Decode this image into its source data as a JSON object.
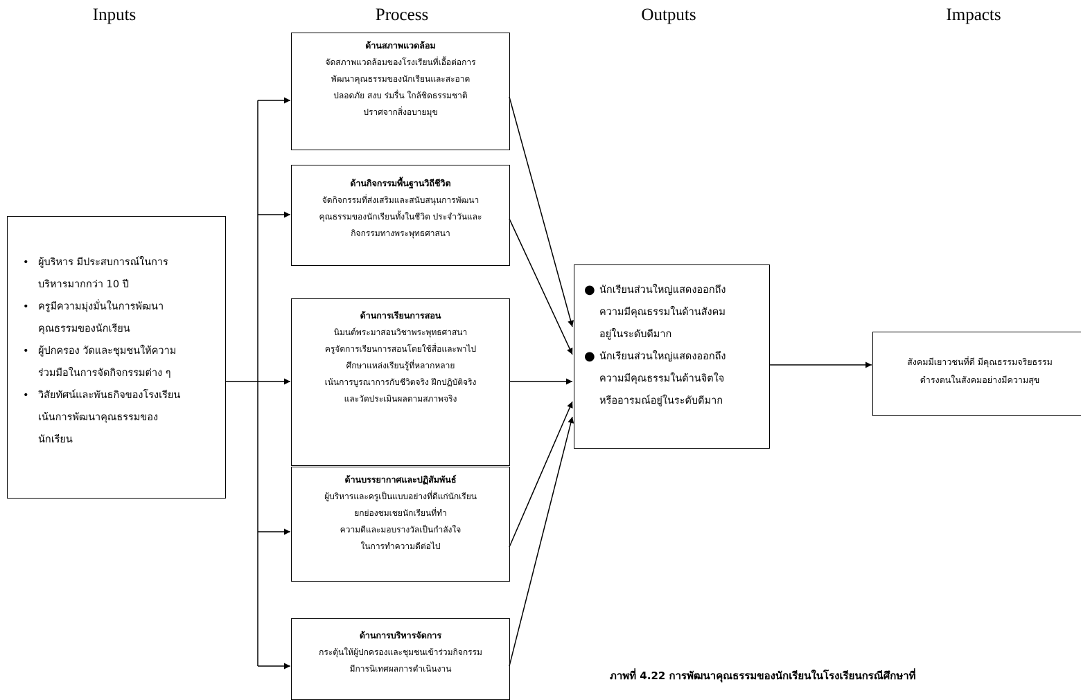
{
  "headers": {
    "inputs": "Inputs",
    "process": "Process",
    "outputs": "Outputs",
    "impacts": "Impacts"
  },
  "inputs": {
    "items": [
      [
        "ผู้บริหาร มีประสบการณ์ในการ",
        "บริหารมากกว่า 10 ปี"
      ],
      [
        "ครูมีความมุ่งมั่นในการพัฒนา",
        "คุณธรรมของนักเรียน"
      ],
      [
        "ผู้ปกครอง วัดและชุมชนให้ความ",
        "ร่วมมือในการจัดกิจกรรมต่าง ๆ"
      ],
      [
        "วิสัยทัศน์และพันธกิจของโรงเรียน",
        "เน้นการพัฒนาคุณธรรมของ",
        "นักเรียน"
      ]
    ]
  },
  "process": [
    {
      "title": "ด้านสภาพแวดล้อม",
      "lines": [
        "จัดสภาพแวดล้อมของโรงเรียนที่เอื้อต่อการ",
        "พัฒนาคุณธรรมของนักเรียนและสะอาด",
        "ปลอดภัย สงบ ร่มรื่น ใกล้ชิดธรรมชาติ",
        "ปราศจากสิ่งอบายมุข"
      ]
    },
    {
      "title": "ด้านกิจกรรมพื้นฐานวิถีชีวิต",
      "lines": [
        "จัดกิจกรรมที่ส่งเสริมและสนับสนุนการพัฒนา",
        "คุณธรรมของนักเรียนทั้งในชีวิต ประจำวันและ",
        "กิจกรรมทางพระพุทธศาสนา"
      ]
    },
    {
      "title": "ด้านการเรียนการสอน",
      "lines": [
        "นิมนต์พระมาสอนวิชาพระพุทธศาสนา",
        "ครูจัดการเรียนการสอนโดยใช้สื่อและพาไป",
        "ศึกษาแหล่งเรียนรู้ที่หลากหลาย",
        "เน้นการบูรณาการกับชีวิตจริง ฝึกปฏิบัติจริง",
        "และวัดประเมินผลตามสภาพจริง"
      ]
    },
    {
      "title": "ด้านบรรยากาศและปฏิสัมพันธ์",
      "lines": [
        "ผู้บริหารและครูเป็นแบบอย่างที่ดีแก่นักเรียน",
        "ยกย่องชมเชยนักเรียนที่ทำ",
        "ความดีและมอบรางวัลเป็นกำลังใจ",
        "ในการทำความดีต่อไป"
      ]
    },
    {
      "title": "ด้านการบริหารจัดการ",
      "lines": [
        "กระตุ้นให้ผู้ปกครองและชุมชนเข้าร่วมกิจกรรม",
        "มีการนิเทศผลการดำเนินงาน"
      ]
    }
  ],
  "outputs": {
    "items": [
      [
        "นักเรียนส่วนใหญ่แสดงออกถึง",
        "ความมีคุณธรรมในด้านสังคม",
        "อยู่ในระดับดีมาก"
      ],
      [
        "นักเรียนส่วนใหญ่แสดงออกถึง",
        "ความมีคุณธรรมในด้านจิตใจ",
        "หรืออารมณ์อยู่ในระดับดีมาก"
      ]
    ]
  },
  "impacts": {
    "lines": [
      "สังคมมีเยาวชนที่ดี มีคุณธรรมจริยธรรม",
      "ดำรงตนในสังคมอย่างมีความสุข"
    ]
  },
  "caption": "ภาพที่ 4.22 การพัฒนาคุณธรรมของนักเรียนในโรงเรียนกรณีศึกษาที่"
}
